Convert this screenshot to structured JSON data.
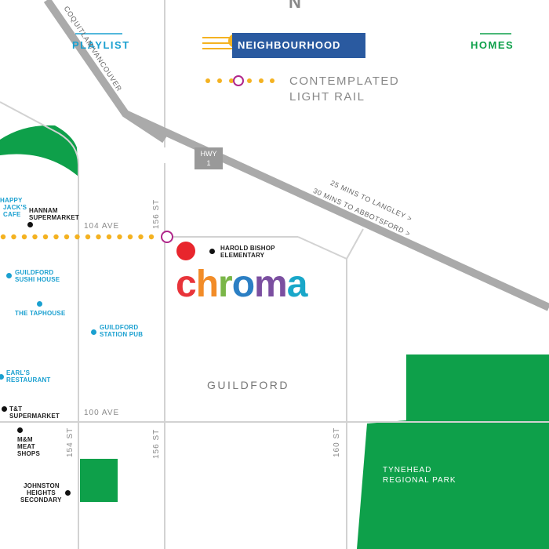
{
  "legend": {
    "playlist": "PLAYLIST",
    "neighbourhood": "NEIGHBOURHOOD",
    "homes": "HOMES",
    "light_rail_line1": "CONTEMPLATED",
    "light_rail_line2": "LIGHT RAIL"
  },
  "compass": "N",
  "roads": {
    "highway_label_line1": "HWY",
    "highway_label_line2": "1",
    "diagonal_label": "COQUITLAM/VANCOUVER",
    "to_langley": "25 MINS TO LANGLEY >",
    "to_abbotsford": "30 MINS TO ABBOTSFORD >",
    "ave_104": "104 AVE",
    "ave_100": "100 AVE",
    "st_156_top": "156 ST",
    "st_156_bottom": "156 ST",
    "st_154": "154 ST",
    "st_160": "160 ST"
  },
  "areas": {
    "guildford": "GUILDFORD",
    "tynehead_line1": "TYNEHEAD",
    "tynehead_line2": "REGIONAL PARK"
  },
  "brand": {
    "letters": [
      {
        "char": "c",
        "color": "#e8343a"
      },
      {
        "char": "h",
        "color": "#f28c28"
      },
      {
        "char": "r",
        "color": "#7ab648"
      },
      {
        "char": "o",
        "color": "#2b7fc4"
      },
      {
        "char": "m",
        "color": "#7b4fa0"
      },
      {
        "char": "a",
        "color": "#19a7c9"
      }
    ]
  },
  "places": {
    "harold_line1": "HAROLD BISHOP",
    "harold_line2": "ELEMENTARY",
    "hannam_line1": "HANNAM",
    "hannam_line2": "SUPERMARKET",
    "happy_line1": "HAPPY",
    "happy_line2": "JACK'S",
    "happy_line3": "CAFE",
    "sushi_line1": "GUILDFORD",
    "sushi_line2": "SUSHI HOUSE",
    "taphouse": "THE TAPHOUSE",
    "station_line1": "GUILDFORD",
    "station_line2": "STATION PUB",
    "earls_line1": "EARL'S",
    "earls_line2": "RESTAURANT",
    "tnt_line1": "T&T",
    "tnt_line2": "SUPERMARKET",
    "mm_line1": "M&M",
    "mm_line2": "MEAT",
    "mm_line3": "SHOPS",
    "johnston_line1": "JOHNSTON",
    "johnston_line2": "HEIGHTS",
    "johnston_line3": "SECONDARY"
  },
  "colors": {
    "road": "#aaaaaa",
    "street": "#d2d2d2",
    "park": "#0ea04a",
    "rail": "#f4b221",
    "station": "#b0268a",
    "neighbourhood_bg": "#2a5aa0",
    "blue_label": "#1aa0d0",
    "homes": "#0ea04a"
  }
}
